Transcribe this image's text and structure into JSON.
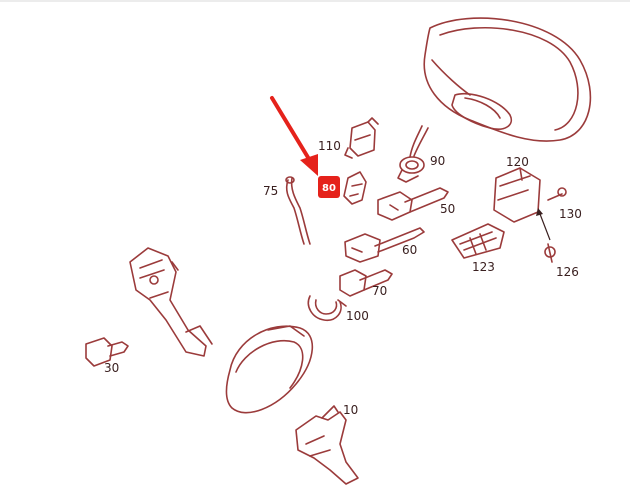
{
  "colors": {
    "line_art": "#9b3b3b",
    "label_text": "#3a2020",
    "highlight": "#e5221b",
    "background": "#ffffff"
  },
  "labels": {
    "part_10": "10",
    "part_30": "30",
    "part_60": "60",
    "part_70": "70",
    "part_75": "75",
    "part_90": "90",
    "part_50": "50",
    "part_100": "100",
    "part_110": "110",
    "part_120": "120",
    "part_123": "123",
    "part_126": "126",
    "part_130": "130",
    "highlighted_part": "80"
  }
}
